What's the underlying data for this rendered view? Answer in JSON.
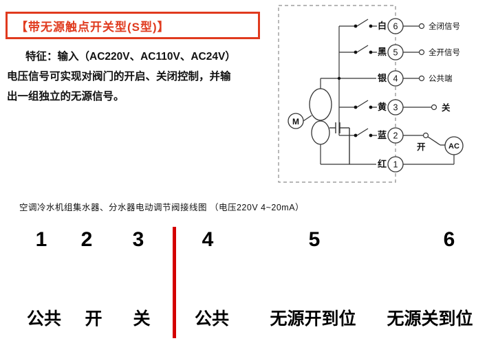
{
  "title_box": {
    "title": "【带无源触点开关型(S型)】"
  },
  "feature": {
    "line1": "特征：输入（AC220V、AC110V、AC24V）",
    "line2": "电压信号可实现对阀门的开启、关闭控制，并输",
    "line3": "出一组独立的无源信号。"
  },
  "diagram": {
    "motor_label": "M",
    "ac_label": "AC",
    "open_label": "开",
    "wires": [
      {
        "color": "白",
        "terminal": "6",
        "signal": "全闭信号"
      },
      {
        "color": "黑",
        "terminal": "5",
        "signal": "全开信号"
      },
      {
        "color": "银",
        "terminal": "4",
        "signal": "公共端"
      },
      {
        "color": "黄",
        "terminal": "3",
        "signal": "关"
      },
      {
        "color": "蓝",
        "terminal": "2",
        "signal": ""
      },
      {
        "color": "红",
        "terminal": "1",
        "signal": ""
      }
    ]
  },
  "caption": "空调冷水机组集水器、分水器电动调节阀接线图 （电压220V  4~20mA）",
  "terminal_table": {
    "numbers": [
      "1",
      "2",
      "3",
      "4",
      "5",
      "6"
    ],
    "labels": [
      "公共",
      "开",
      "关",
      "公共",
      "无源开到位",
      "无源关到位"
    ]
  },
  "colors": {
    "accent_red": "#d40000",
    "title_red": "#e03a1e"
  }
}
